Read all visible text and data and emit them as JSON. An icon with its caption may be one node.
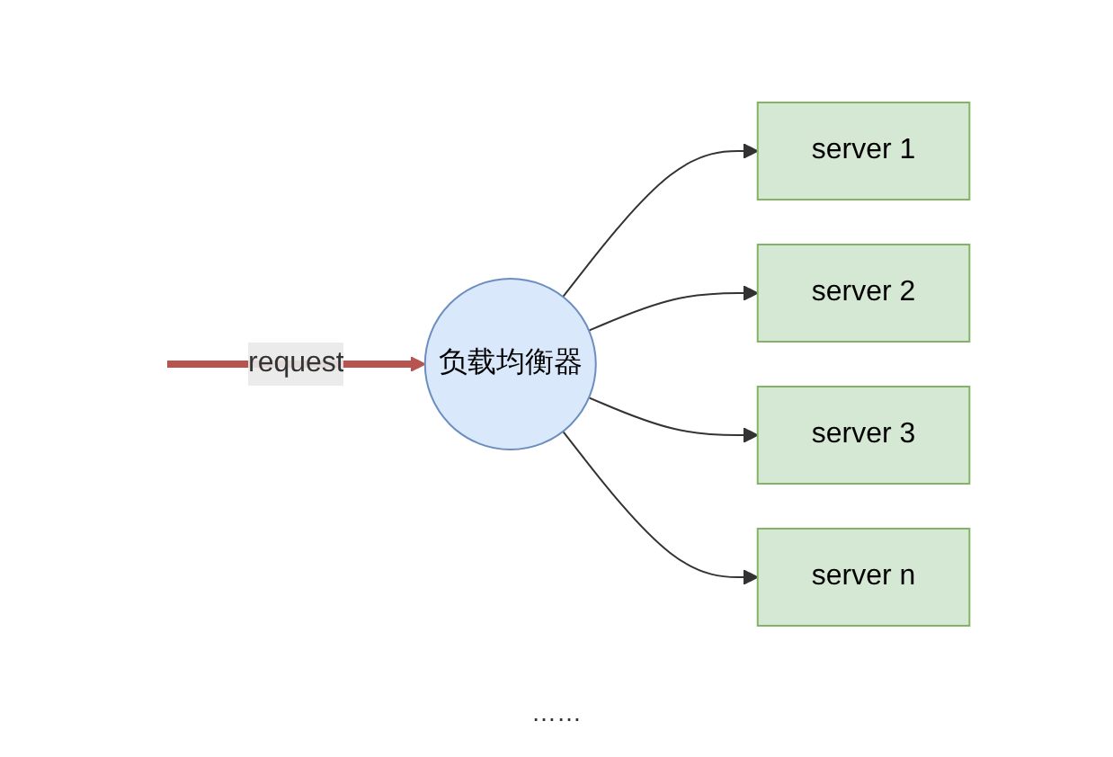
{
  "diagram": {
    "nodes": [
      {
        "text": [
          "负载均衡器"
        ]
      },
      {
        "text": [
          "server 1"
        ]
      },
      {
        "text": [
          "server 2"
        ]
      },
      {
        "text": [
          "server 3"
        ]
      },
      {
        "text": [
          "server n"
        ]
      }
    ],
    "edges": [
      {
        "from": null,
        "to": 0,
        "arrow": "to",
        "label": "request",
        "style": "thick",
        "color": "#b85450"
      },
      {
        "from": 0,
        "to": 1,
        "arrow": "to"
      },
      {
        "from": 0,
        "to": 2,
        "arrow": "to"
      },
      {
        "from": 0,
        "to": 3,
        "arrow": "to"
      },
      {
        "from": 0,
        "to": 4,
        "arrow": "to"
      }
    ],
    "labels": [
      "……"
    ]
  }
}
